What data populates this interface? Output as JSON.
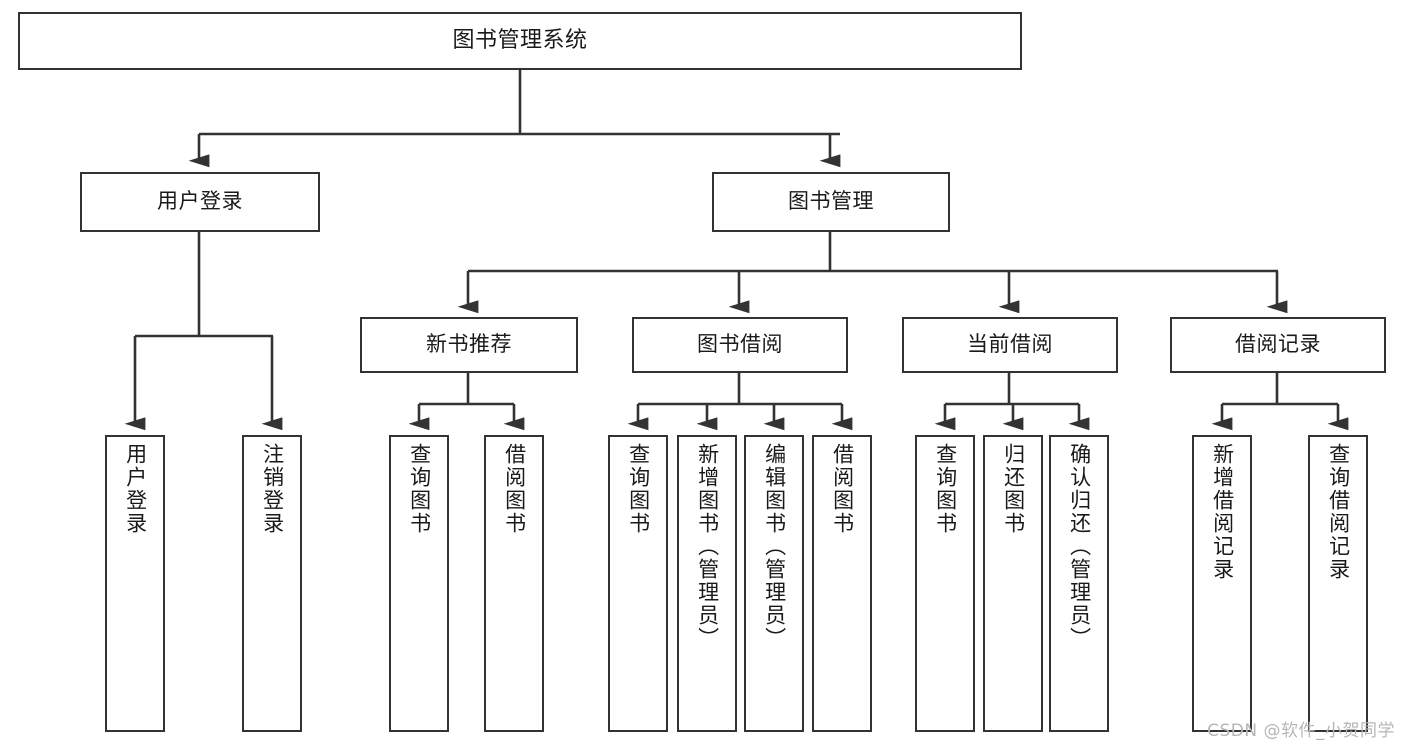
{
  "diagram": {
    "type": "tree-hierarchy",
    "title": "图书管理系统",
    "watermark": "CSDN @软件_小贺同学",
    "colors": {
      "stroke": "#333333",
      "fill": "#ffffff",
      "text": "#1a1a1a",
      "watermark": "#b6b6b6"
    },
    "nodes": {
      "root": {
        "label": "图书管理系统",
        "level": 0
      },
      "l1": [
        {
          "id": "user-login",
          "label": "用户登录",
          "level": 1
        },
        {
          "id": "book-management",
          "label": "图书管理",
          "level": 1
        }
      ],
      "l2": [
        {
          "id": "new-book-recommend",
          "label": "新书推荐",
          "level": 2,
          "parent": "book-management"
        },
        {
          "id": "book-borrow",
          "label": "图书借阅",
          "level": 2,
          "parent": "book-management"
        },
        {
          "id": "current-borrow",
          "label": "当前借阅",
          "level": 2,
          "parent": "book-management"
        },
        {
          "id": "borrow-record",
          "label": "借阅记录",
          "level": 2,
          "parent": "book-management"
        }
      ],
      "leaves": [
        {
          "id": "leaf-user-login",
          "label": "用户登录",
          "parent": "user-login"
        },
        {
          "id": "leaf-user-logout",
          "label": "注销登录",
          "parent": "user-login"
        },
        {
          "id": "leaf-query-book-1",
          "label": "查询图书",
          "parent": "new-book-recommend"
        },
        {
          "id": "leaf-borrow-book-1",
          "label": "借阅图书",
          "parent": "new-book-recommend"
        },
        {
          "id": "leaf-query-book-2",
          "label": "查询图书",
          "parent": "book-borrow"
        },
        {
          "id": "leaf-add-book",
          "label": "新增图书（管理员）",
          "parent": "book-borrow"
        },
        {
          "id": "leaf-edit-book",
          "label": "编辑图书（管理员）",
          "parent": "book-borrow"
        },
        {
          "id": "leaf-borrow-book-2",
          "label": "借阅图书",
          "parent": "book-borrow"
        },
        {
          "id": "leaf-query-book-3",
          "label": "查询图书",
          "parent": "current-borrow"
        },
        {
          "id": "leaf-return-book",
          "label": "归还图书",
          "parent": "current-borrow"
        },
        {
          "id": "leaf-confirm-return",
          "label": "确认归还（管理员）",
          "parent": "current-borrow"
        },
        {
          "id": "leaf-add-record",
          "label": "新增借阅记录",
          "parent": "borrow-record"
        },
        {
          "id": "leaf-query-record",
          "label": "查询借阅记录",
          "parent": "borrow-record"
        }
      ]
    }
  }
}
